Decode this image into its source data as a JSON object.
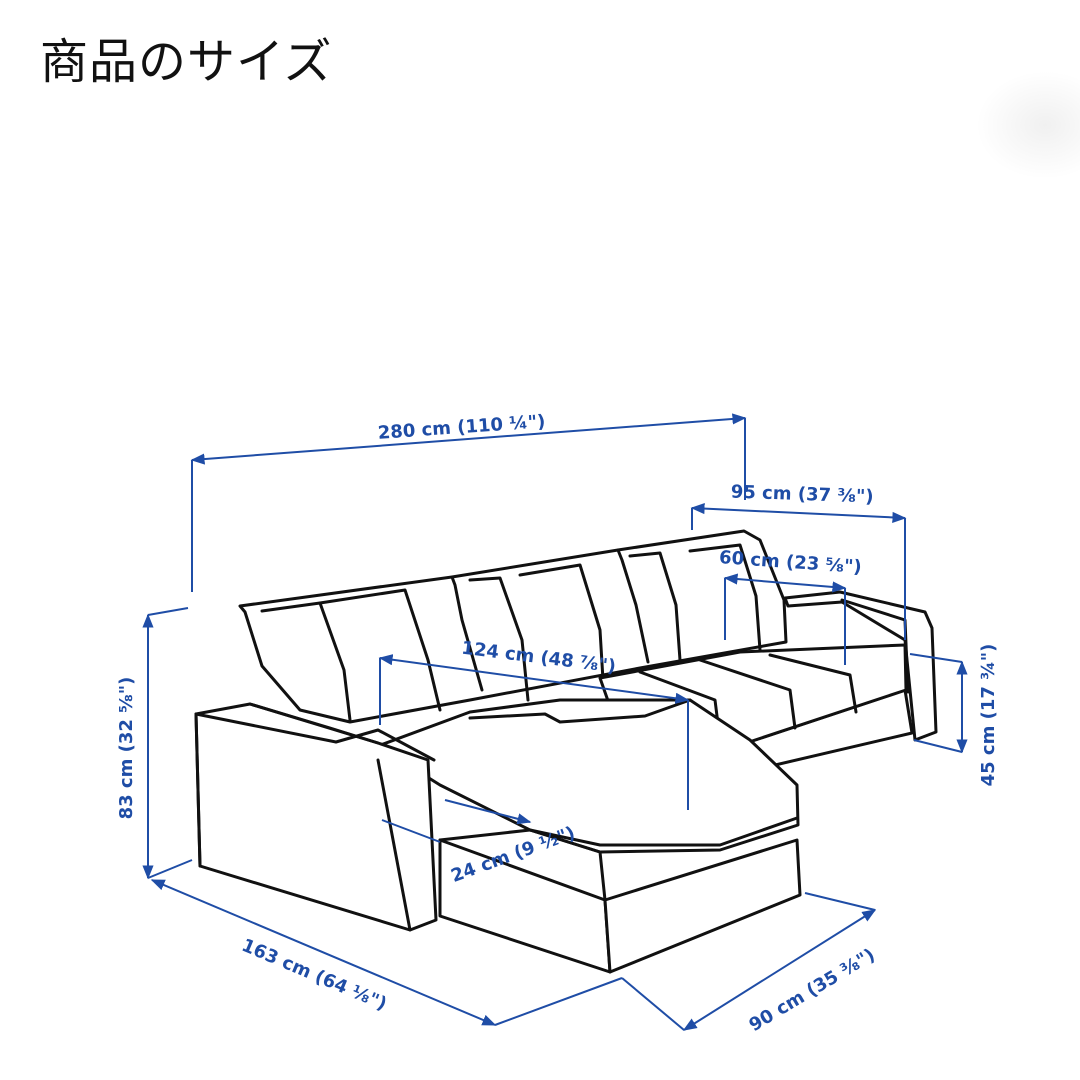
{
  "header": {
    "title": "商品のサイズ"
  },
  "colors": {
    "dimension": "#1F4DA6",
    "outline": "#111111",
    "background": "#FFFFFF"
  },
  "dimensions": {
    "total_width": "280 cm (110 ¼\")",
    "armrest_width": "95 cm (37 ⅜\")",
    "seat_depth_sofa": "60 cm (23 ⅝\")",
    "chaise_seat_depth": "124 cm (48 ⅞\")",
    "seat_height": "45 cm (17 ¾\")",
    "total_height": "83 cm (32 ⅝\")",
    "arm_width": "24 cm (9 ½\")",
    "chaise_length": "163 cm (64 ⅛\")",
    "sofa_depth": "90 cm (35 ⅜\")"
  }
}
